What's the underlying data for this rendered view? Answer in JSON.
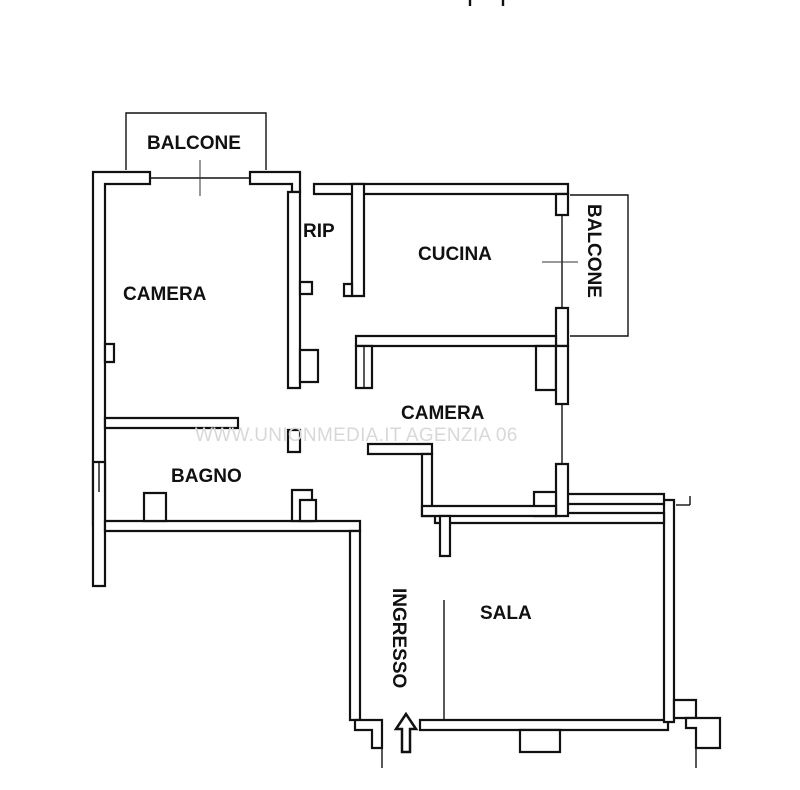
{
  "rooms": {
    "balcone_top": "BALCONE",
    "rip": "RIP",
    "cucina": "CUCINA",
    "balcone_right": "BALCONE",
    "camera_left": "CAMERA",
    "camera_center": "CAMERA",
    "bagno": "BAGNO",
    "ingresso": "INGRESSO",
    "sala": "SALA"
  },
  "watermark": "WWW.UNIONMEDIA.IT AGENZIA 06",
  "colors": {
    "walls": "#111111",
    "background": "#ffffff",
    "watermark": "#d8d8d8"
  },
  "icons": {
    "entrance": "entrance-arrow-icon"
  }
}
